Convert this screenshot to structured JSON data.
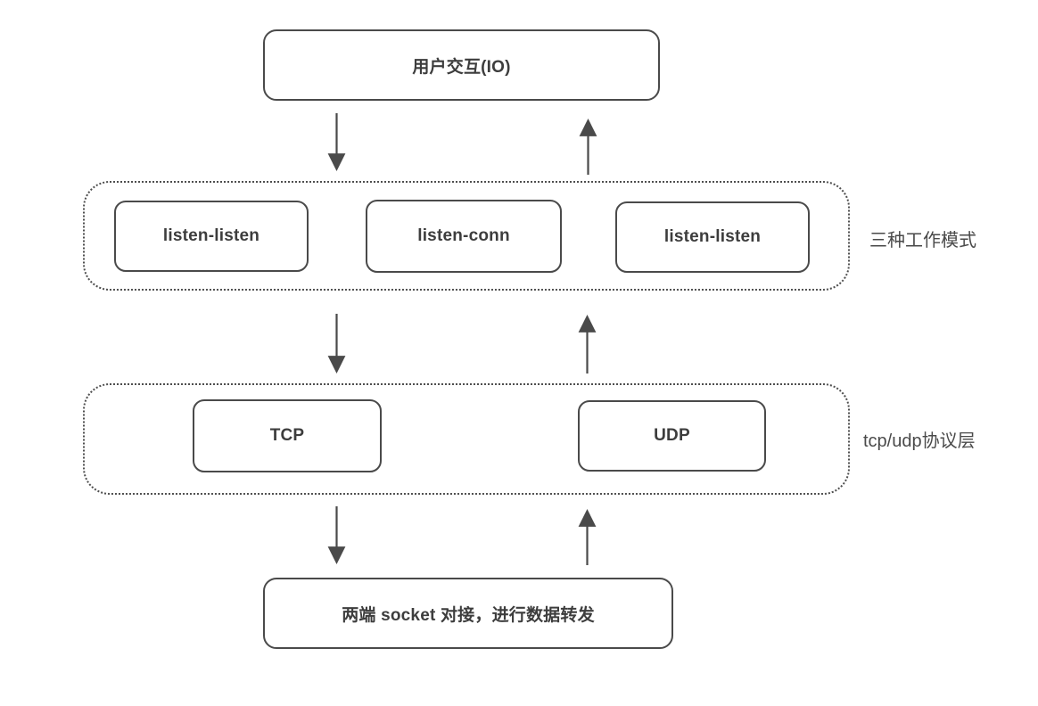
{
  "diagram": {
    "background_color": "#ffffff",
    "stroke_color": "#4a4a4a",
    "text_color": "#3d3d3d",
    "nodes": {
      "io": {
        "label": "用户交互(IO)"
      },
      "mode_1": {
        "label": "listen-listen"
      },
      "mode_2": {
        "label": "listen-conn"
      },
      "mode_3": {
        "label": "listen-listen"
      },
      "tcp": {
        "label": "TCP"
      },
      "udp": {
        "label": "UDP"
      },
      "socket": {
        "label": "两端 socket 对接，进行数据转发"
      }
    },
    "group_labels": {
      "modes": "三种工作模式",
      "protocol": "tcp/udp协议层"
    },
    "arrows": [
      {
        "name": "io-to-modes",
        "direction": "down"
      },
      {
        "name": "modes-to-io",
        "direction": "up"
      },
      {
        "name": "modes-to-protocol",
        "direction": "down"
      },
      {
        "name": "protocol-to-modes",
        "direction": "up"
      },
      {
        "name": "protocol-to-socket",
        "direction": "down"
      },
      {
        "name": "socket-to-protocol",
        "direction": "up"
      }
    ]
  }
}
